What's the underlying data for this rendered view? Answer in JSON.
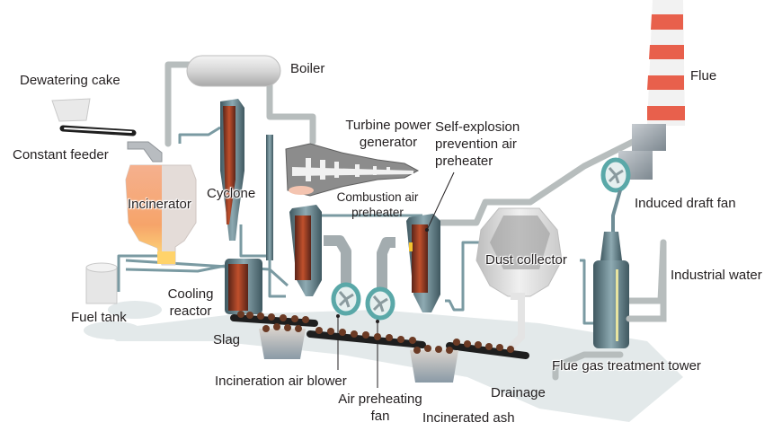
{
  "diagram": {
    "title": "Sludge incineration power generation plant",
    "colors": {
      "flame": "#f28a5a",
      "flue_stripe_red": "#e8604c",
      "flue_stripe_white": "#f2f2f2",
      "pipe_gray": "#b9bfbf",
      "steel_blue": "#6f8d96",
      "fan_teal": "#5aa8a8",
      "ash_brown": "#6b3a24",
      "conveyor_black": "#1e1e1e",
      "shadow": "#dde5e6"
    },
    "components": [
      {
        "id": "dewatering-cake",
        "label": "Dewatering cake"
      },
      {
        "id": "constant-feeder",
        "label": "Constant feeder"
      },
      {
        "id": "incinerator",
        "label": "Incinerator"
      },
      {
        "id": "boiler",
        "label": "Boiler"
      },
      {
        "id": "cyclone",
        "label": "Cyclone"
      },
      {
        "id": "turbine-power-generator",
        "label": "Turbine power\ngenerator"
      },
      {
        "id": "self-explosion-prevention-air-preheater",
        "label": "Self-explosion\nprevention air\npreheater"
      },
      {
        "id": "combustion-air-preheater",
        "label": "Combustion air\npreheater"
      },
      {
        "id": "flue",
        "label": "Flue"
      },
      {
        "id": "induced-draft-fan",
        "label": "Induced draft fan"
      },
      {
        "id": "dust-collector",
        "label": "Dust collector"
      },
      {
        "id": "industrial-water",
        "label": "Industrial water"
      },
      {
        "id": "fuel-tank",
        "label": "Fuel tank"
      },
      {
        "id": "cooling-reactor",
        "label": "Cooling\nreactor"
      },
      {
        "id": "slag",
        "label": "Slag"
      },
      {
        "id": "incineration-air-blower",
        "label": "Incineration air blower"
      },
      {
        "id": "air-preheating-fan",
        "label": "Air preheating\nfan"
      },
      {
        "id": "incinerated-ash",
        "label": "Incinerated ash"
      },
      {
        "id": "drainage",
        "label": "Drainage"
      },
      {
        "id": "flue-gas-treatment-tower",
        "label": "Flue gas treatment tower"
      }
    ],
    "labels": {
      "dewatering_cake": "Dewatering cake",
      "constant_feeder": "Constant feeder",
      "incinerator": "Incinerator",
      "boiler": "Boiler",
      "cyclone": "Cyclone",
      "turbine_l1": "Turbine power",
      "turbine_l2": "generator",
      "sep_l1": "Self-explosion",
      "sep_l2": "prevention air",
      "sep_l3": "preheater",
      "cap_l1": "Combustion air",
      "cap_l2": "preheater",
      "flue": "Flue",
      "induced_draft_fan": "Induced draft fan",
      "dust_collector": "Dust collector",
      "industrial_water": "Industrial water",
      "fuel_tank": "Fuel tank",
      "cooling_l1": "Cooling",
      "cooling_l2": "reactor",
      "slag": "Slag",
      "incineration_air_blower": "Incineration air blower",
      "apf_l1": "Air preheating",
      "apf_l2": "fan",
      "incinerated_ash": "Incinerated ash",
      "drainage": "Drainage",
      "flue_gas_treatment_tower": "Flue gas treatment tower"
    }
  }
}
